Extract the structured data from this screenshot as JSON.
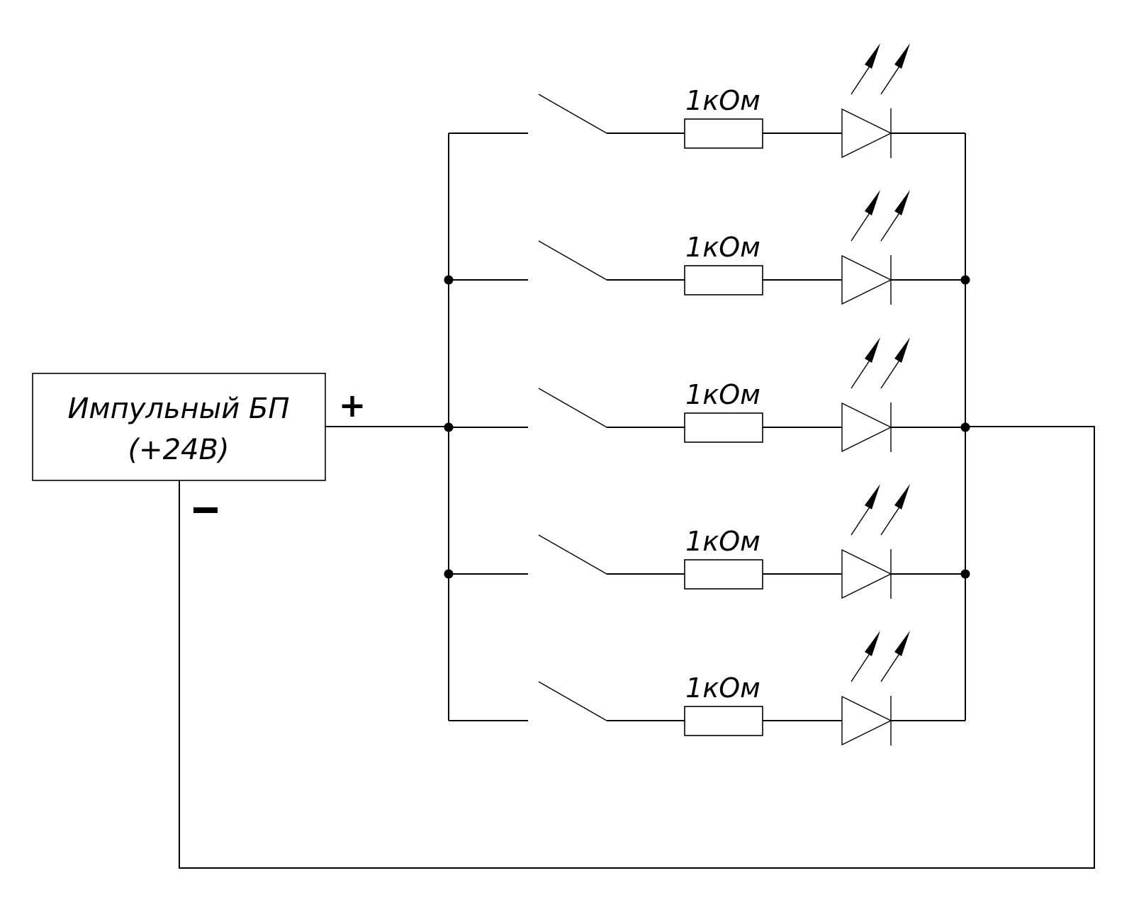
{
  "diagram": {
    "type": "circuit-schematic",
    "power_supply": {
      "title": "Импульный БП",
      "voltage": "(+24В)",
      "positive_terminal": "+",
      "negative_terminal": "–"
    },
    "branches": [
      {
        "switch": "open",
        "resistor_label": "1кОм",
        "led": "LED"
      },
      {
        "switch": "open",
        "resistor_label": "1кОм",
        "led": "LED"
      },
      {
        "switch": "open",
        "resistor_label": "1кОм",
        "led": "LED"
      },
      {
        "switch": "open",
        "resistor_label": "1кОм",
        "led": "LED"
      },
      {
        "switch": "open",
        "resistor_label": "1кОм",
        "led": "LED"
      }
    ],
    "colors": {
      "line": "#000000",
      "background": "#ffffff"
    }
  }
}
